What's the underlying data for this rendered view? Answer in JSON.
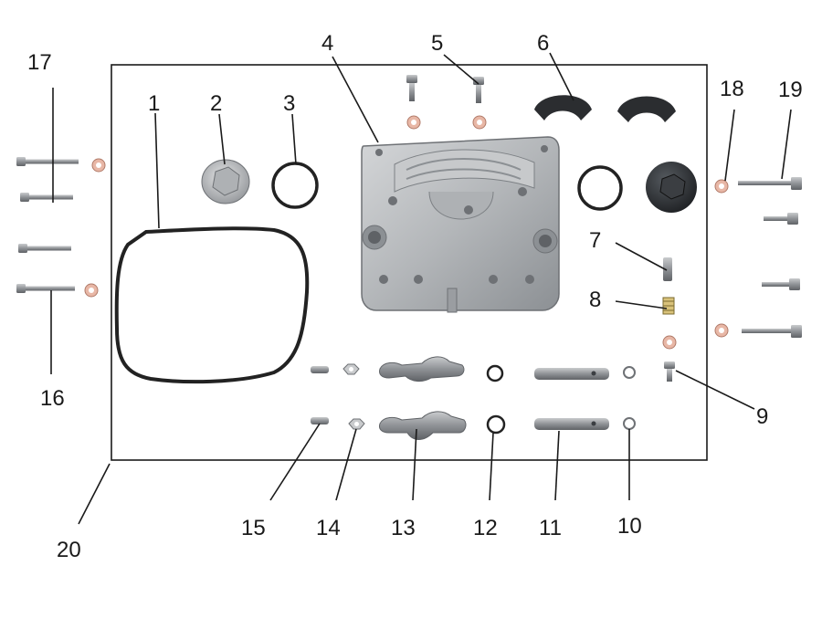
{
  "callouts": [
    {
      "id": "1",
      "text": "1"
    },
    {
      "id": "2",
      "text": "2"
    },
    {
      "id": "3",
      "text": "3"
    },
    {
      "id": "4",
      "text": "4"
    },
    {
      "id": "5",
      "text": "5"
    },
    {
      "id": "6",
      "text": "6"
    },
    {
      "id": "7",
      "text": "7"
    },
    {
      "id": "8",
      "text": "8"
    },
    {
      "id": "9",
      "text": "9"
    },
    {
      "id": "10",
      "text": "10"
    },
    {
      "id": "11",
      "text": "11"
    },
    {
      "id": "12",
      "text": "12"
    },
    {
      "id": "13",
      "text": "13"
    },
    {
      "id": "14",
      "text": "14"
    },
    {
      "id": "15",
      "text": "15"
    },
    {
      "id": "16",
      "text": "16"
    },
    {
      "id": "17",
      "text": "17"
    },
    {
      "id": "18",
      "text": "18"
    },
    {
      "id": "19",
      "text": "19"
    },
    {
      "id": "20",
      "text": "20"
    }
  ],
  "colors": {
    "ink": "#1a1a1a",
    "aluminum": "#b9bcbf",
    "aluminum_dark": "#7d8185",
    "steel": "#9a9da1",
    "washer_copper": "#e8b7a6",
    "cap_black": "#2b2d30",
    "gasket": "#222222"
  }
}
